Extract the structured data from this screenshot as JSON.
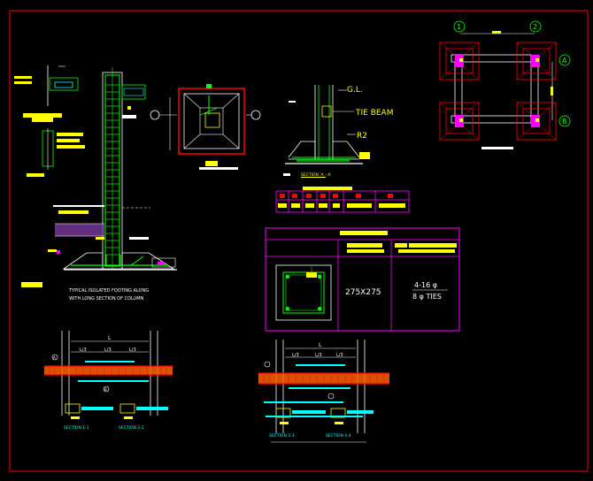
{
  "labels": {
    "gl": "G.L.",
    "tie_beam": "TIE BEAM",
    "r2": "R2",
    "section": "SECTION 'A - A'",
    "column_size": "275X275",
    "bars": "4-16 φ",
    "ties": "8 φ TIES",
    "footing_caption_1": "TYPICAL ISOLATED FOOTING ALONG",
    "footing_caption_2": "WITH LONG SECTION OF COLUMN",
    "section_1_1_left": "SECTION 1-1",
    "section_2_2_left": "SECTION 2-2",
    "section_3_3_right": "SECTION 3-3",
    "section_4_4_right": "SECTION 4-4",
    "grid_1": "1",
    "grid_2": "2",
    "grid_a": "A",
    "grid_b": "B",
    "marker_a": "A",
    "marker_b": "B",
    "span_l_left": "L",
    "span_l_right": "L",
    "l3_left_a": "L/3",
    "l3_left_b": "L/3",
    "l3_left_c": "L/3",
    "l3_right_a": "L/3",
    "l3_right_b": "L/3",
    "l3_right_c": "L/3"
  },
  "colors": {
    "background": "#000000",
    "frame": "#ff0000",
    "cyan": "#00ffff",
    "yellow": "#ffff00",
    "green": "#00ff00",
    "magenta": "#ff00ff",
    "white": "#ffffff",
    "red": "#ff0000",
    "orange": "#ff6000"
  }
}
